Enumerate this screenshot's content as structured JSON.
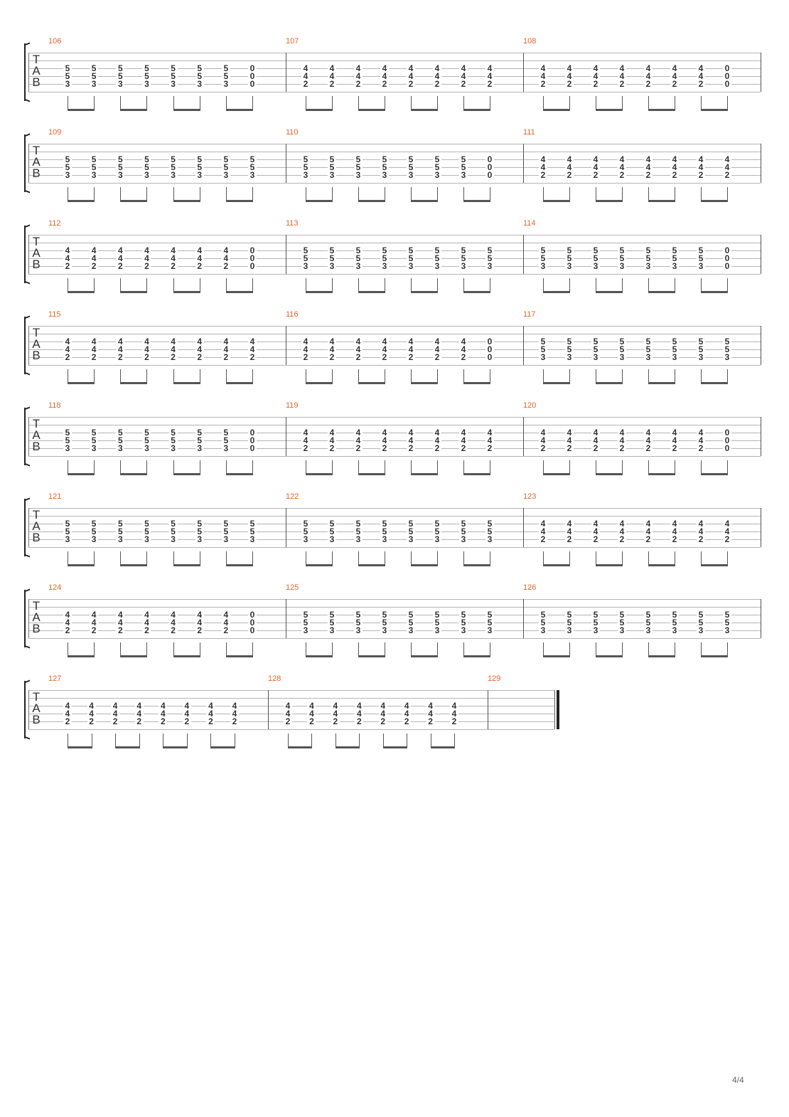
{
  "page_number": "4/4",
  "clef": {
    "t": "T",
    "a": "A",
    "b": "B"
  },
  "beat_pattern": {
    "beats_per_measure": 8,
    "beam_group_size": 2
  },
  "systems": [
    {
      "measures": [
        {
          "number": "106",
          "beats": [
            [
              "5",
              "5",
              "3"
            ],
            [
              "5",
              "5",
              "3"
            ],
            [
              "5",
              "5",
              "3"
            ],
            [
              "5",
              "5",
              "3"
            ],
            [
              "5",
              "5",
              "3"
            ],
            [
              "5",
              "5",
              "3"
            ],
            [
              "5",
              "5",
              "3"
            ],
            [
              "0",
              "0",
              "0"
            ]
          ]
        },
        {
          "number": "107",
          "beats": [
            [
              "4",
              "4",
              "2"
            ],
            [
              "4",
              "4",
              "2"
            ],
            [
              "4",
              "4",
              "2"
            ],
            [
              "4",
              "4",
              "2"
            ],
            [
              "4",
              "4",
              "2"
            ],
            [
              "4",
              "4",
              "2"
            ],
            [
              "4",
              "4",
              "2"
            ],
            [
              "4",
              "4",
              "2"
            ]
          ]
        },
        {
          "number": "108",
          "beats": [
            [
              "4",
              "4",
              "2"
            ],
            [
              "4",
              "4",
              "2"
            ],
            [
              "4",
              "4",
              "2"
            ],
            [
              "4",
              "4",
              "2"
            ],
            [
              "4",
              "4",
              "2"
            ],
            [
              "4",
              "4",
              "2"
            ],
            [
              "4",
              "4",
              "2"
            ],
            [
              "0",
              "0",
              "0"
            ]
          ]
        }
      ]
    },
    {
      "measures": [
        {
          "number": "109",
          "beats": [
            [
              "5",
              "5",
              "3"
            ],
            [
              "5",
              "5",
              "3"
            ],
            [
              "5",
              "5",
              "3"
            ],
            [
              "5",
              "5",
              "3"
            ],
            [
              "5",
              "5",
              "3"
            ],
            [
              "5",
              "5",
              "3"
            ],
            [
              "5",
              "5",
              "3"
            ],
            [
              "5",
              "5",
              "3"
            ]
          ]
        },
        {
          "number": "110",
          "beats": [
            [
              "5",
              "5",
              "3"
            ],
            [
              "5",
              "5",
              "3"
            ],
            [
              "5",
              "5",
              "3"
            ],
            [
              "5",
              "5",
              "3"
            ],
            [
              "5",
              "5",
              "3"
            ],
            [
              "5",
              "5",
              "3"
            ],
            [
              "5",
              "5",
              "3"
            ],
            [
              "0",
              "0",
              "0"
            ]
          ]
        },
        {
          "number": "111",
          "beats": [
            [
              "4",
              "4",
              "2"
            ],
            [
              "4",
              "4",
              "2"
            ],
            [
              "4",
              "4",
              "2"
            ],
            [
              "4",
              "4",
              "2"
            ],
            [
              "4",
              "4",
              "2"
            ],
            [
              "4",
              "4",
              "2"
            ],
            [
              "4",
              "4",
              "2"
            ],
            [
              "4",
              "4",
              "2"
            ]
          ]
        }
      ]
    },
    {
      "measures": [
        {
          "number": "112",
          "beats": [
            [
              "4",
              "4",
              "2"
            ],
            [
              "4",
              "4",
              "2"
            ],
            [
              "4",
              "4",
              "2"
            ],
            [
              "4",
              "4",
              "2"
            ],
            [
              "4",
              "4",
              "2"
            ],
            [
              "4",
              "4",
              "2"
            ],
            [
              "4",
              "4",
              "2"
            ],
            [
              "0",
              "0",
              "0"
            ]
          ]
        },
        {
          "number": "113",
          "beats": [
            [
              "5",
              "5",
              "3"
            ],
            [
              "5",
              "5",
              "3"
            ],
            [
              "5",
              "5",
              "3"
            ],
            [
              "5",
              "5",
              "3"
            ],
            [
              "5",
              "5",
              "3"
            ],
            [
              "5",
              "5",
              "3"
            ],
            [
              "5",
              "5",
              "3"
            ],
            [
              "5",
              "5",
              "3"
            ]
          ]
        },
        {
          "number": "114",
          "beats": [
            [
              "5",
              "5",
              "3"
            ],
            [
              "5",
              "5",
              "3"
            ],
            [
              "5",
              "5",
              "3"
            ],
            [
              "5",
              "5",
              "3"
            ],
            [
              "5",
              "5",
              "3"
            ],
            [
              "5",
              "5",
              "3"
            ],
            [
              "5",
              "5",
              "3"
            ],
            [
              "0",
              "0",
              "0"
            ]
          ]
        }
      ]
    },
    {
      "measures": [
        {
          "number": "115",
          "beats": [
            [
              "4",
              "4",
              "2"
            ],
            [
              "4",
              "4",
              "2"
            ],
            [
              "4",
              "4",
              "2"
            ],
            [
              "4",
              "4",
              "2"
            ],
            [
              "4",
              "4",
              "2"
            ],
            [
              "4",
              "4",
              "2"
            ],
            [
              "4",
              "4",
              "2"
            ],
            [
              "4",
              "4",
              "2"
            ]
          ]
        },
        {
          "number": "116",
          "beats": [
            [
              "4",
              "4",
              "2"
            ],
            [
              "4",
              "4",
              "2"
            ],
            [
              "4",
              "4",
              "2"
            ],
            [
              "4",
              "4",
              "2"
            ],
            [
              "4",
              "4",
              "2"
            ],
            [
              "4",
              "4",
              "2"
            ],
            [
              "4",
              "4",
              "2"
            ],
            [
              "0",
              "0",
              "0"
            ]
          ]
        },
        {
          "number": "117",
          "beats": [
            [
              "5",
              "5",
              "3"
            ],
            [
              "5",
              "5",
              "3"
            ],
            [
              "5",
              "5",
              "3"
            ],
            [
              "5",
              "5",
              "3"
            ],
            [
              "5",
              "5",
              "3"
            ],
            [
              "5",
              "5",
              "3"
            ],
            [
              "5",
              "5",
              "3"
            ],
            [
              "5",
              "5",
              "3"
            ]
          ]
        }
      ]
    },
    {
      "measures": [
        {
          "number": "118",
          "beats": [
            [
              "5",
              "5",
              "3"
            ],
            [
              "5",
              "5",
              "3"
            ],
            [
              "5",
              "5",
              "3"
            ],
            [
              "5",
              "5",
              "3"
            ],
            [
              "5",
              "5",
              "3"
            ],
            [
              "5",
              "5",
              "3"
            ],
            [
              "5",
              "5",
              "3"
            ],
            [
              "0",
              "0",
              "0"
            ]
          ]
        },
        {
          "number": "119",
          "beats": [
            [
              "4",
              "4",
              "2"
            ],
            [
              "4",
              "4",
              "2"
            ],
            [
              "4",
              "4",
              "2"
            ],
            [
              "4",
              "4",
              "2"
            ],
            [
              "4",
              "4",
              "2"
            ],
            [
              "4",
              "4",
              "2"
            ],
            [
              "4",
              "4",
              "2"
            ],
            [
              "4",
              "4",
              "2"
            ]
          ]
        },
        {
          "number": "120",
          "beats": [
            [
              "4",
              "4",
              "2"
            ],
            [
              "4",
              "4",
              "2"
            ],
            [
              "4",
              "4",
              "2"
            ],
            [
              "4",
              "4",
              "2"
            ],
            [
              "4",
              "4",
              "2"
            ],
            [
              "4",
              "4",
              "2"
            ],
            [
              "4",
              "4",
              "2"
            ],
            [
              "0",
              "0",
              "0"
            ]
          ]
        }
      ]
    },
    {
      "measures": [
        {
          "number": "121",
          "beats": [
            [
              "5",
              "5",
              "3"
            ],
            [
              "5",
              "5",
              "3"
            ],
            [
              "5",
              "5",
              "3"
            ],
            [
              "5",
              "5",
              "3"
            ],
            [
              "5",
              "5",
              "3"
            ],
            [
              "5",
              "5",
              "3"
            ],
            [
              "5",
              "5",
              "3"
            ],
            [
              "5",
              "5",
              "3"
            ]
          ]
        },
        {
          "number": "122",
          "beats": [
            [
              "5",
              "5",
              "3"
            ],
            [
              "5",
              "5",
              "3"
            ],
            [
              "5",
              "5",
              "3"
            ],
            [
              "5",
              "5",
              "3"
            ],
            [
              "5",
              "5",
              "3"
            ],
            [
              "5",
              "5",
              "3"
            ],
            [
              "5",
              "5",
              "3"
            ],
            [
              "5",
              "5",
              "3"
            ]
          ]
        },
        {
          "number": "123",
          "beats": [
            [
              "4",
              "4",
              "2"
            ],
            [
              "4",
              "4",
              "2"
            ],
            [
              "4",
              "4",
              "2"
            ],
            [
              "4",
              "4",
              "2"
            ],
            [
              "4",
              "4",
              "2"
            ],
            [
              "4",
              "4",
              "2"
            ],
            [
              "4",
              "4",
              "2"
            ],
            [
              "4",
              "4",
              "2"
            ]
          ]
        }
      ]
    },
    {
      "measures": [
        {
          "number": "124",
          "beats": [
            [
              "4",
              "4",
              "2"
            ],
            [
              "4",
              "4",
              "2"
            ],
            [
              "4",
              "4",
              "2"
            ],
            [
              "4",
              "4",
              "2"
            ],
            [
              "4",
              "4",
              "2"
            ],
            [
              "4",
              "4",
              "2"
            ],
            [
              "4",
              "4",
              "2"
            ],
            [
              "0",
              "0",
              "0"
            ]
          ]
        },
        {
          "number": "125",
          "beats": [
            [
              "5",
              "5",
              "3"
            ],
            [
              "5",
              "5",
              "3"
            ],
            [
              "5",
              "5",
              "3"
            ],
            [
              "5",
              "5",
              "3"
            ],
            [
              "5",
              "5",
              "3"
            ],
            [
              "5",
              "5",
              "3"
            ],
            [
              "5",
              "5",
              "3"
            ],
            [
              "5",
              "5",
              "3"
            ]
          ]
        },
        {
          "number": "126",
          "beats": [
            [
              "5",
              "5",
              "3"
            ],
            [
              "5",
              "5",
              "3"
            ],
            [
              "5",
              "5",
              "3"
            ],
            [
              "5",
              "5",
              "3"
            ],
            [
              "5",
              "5",
              "3"
            ],
            [
              "5",
              "5",
              "3"
            ],
            [
              "5",
              "5",
              "3"
            ],
            [
              "5",
              "5",
              "3"
            ]
          ]
        }
      ]
    },
    {
      "measures": [
        {
          "number": "127",
          "beats": [
            [
              "4",
              "4",
              "2"
            ],
            [
              "4",
              "4",
              "2"
            ],
            [
              "4",
              "4",
              "2"
            ],
            [
              "4",
              "4",
              "2"
            ],
            [
              "4",
              "4",
              "2"
            ],
            [
              "4",
              "4",
              "2"
            ],
            [
              "4",
              "4",
              "2"
            ],
            [
              "4",
              "4",
              "2"
            ]
          ]
        },
        {
          "number": "128",
          "beats": [
            [
              "4",
              "4",
              "2"
            ],
            [
              "4",
              "4",
              "2"
            ],
            [
              "4",
              "4",
              "2"
            ],
            [
              "4",
              "4",
              "2"
            ],
            [
              "4",
              "4",
              "2"
            ],
            [
              "4",
              "4",
              "2"
            ],
            [
              "4",
              "4",
              "2"
            ],
            [
              "4",
              "4",
              "2"
            ]
          ]
        },
        {
          "number": "129",
          "beats": []
        }
      ]
    }
  ]
}
